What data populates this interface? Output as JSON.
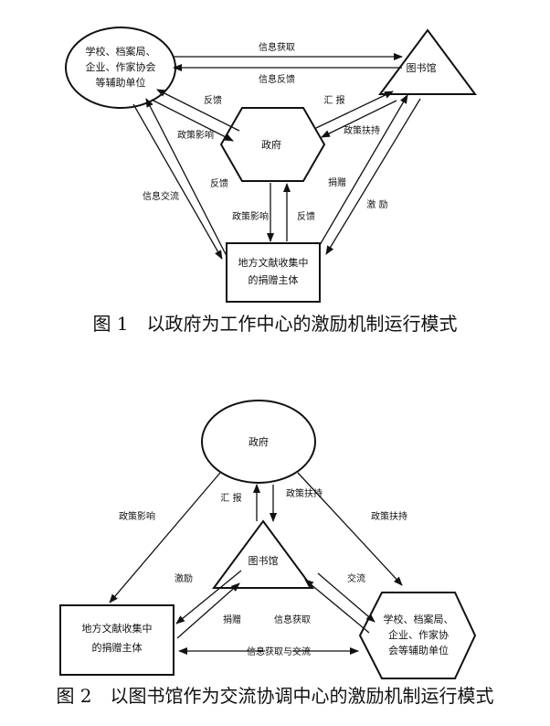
{
  "figure1": {
    "caption": "图 1　以政府为工作中心的激励机制运行模式",
    "nodes": {
      "schools": {
        "line1": "学校、档案局、",
        "line2": "企业、作家协会",
        "line3": "等辅助单位"
      },
      "library": "图书馆",
      "government": "政府",
      "donor": {
        "line1": "地方文献收集中",
        "line2": "的捐赠主体"
      }
    },
    "edges": {
      "info_get": "信息获取",
      "info_feedback": "信息反馈",
      "feedback_left": "反馈",
      "policy_influence_left": "政策影响",
      "report": "汇 报",
      "policy_support": "政策扶持",
      "feedback_mid": "反馈",
      "info_exchange": "信息交流",
      "donate": "捐赠",
      "incentive": "激 励",
      "policy_influence_center": "政策影响",
      "feedback_center": "反馈"
    }
  },
  "figure2": {
    "caption": "图 2　以图书馆作为交流协调中心的激励机制运行模式",
    "nodes": {
      "government": "政府",
      "library": "图书馆",
      "donor": {
        "line1": "地方文献收集中",
        "line2": "的捐赠主体"
      },
      "schools": {
        "line1": "学校、档案局、",
        "line2": "企业、作家协",
        "line3": "会等辅助单位"
      }
    },
    "edges": {
      "report": "汇 报",
      "policy_support_center": "政策扶持",
      "policy_influence": "政策影响",
      "policy_support_right": "政策扶持",
      "incentive": "激励",
      "exchange": "交流",
      "donate": "捐赠",
      "info_get": "信息获取",
      "info_get_exchange": "信息获取与交流"
    }
  }
}
